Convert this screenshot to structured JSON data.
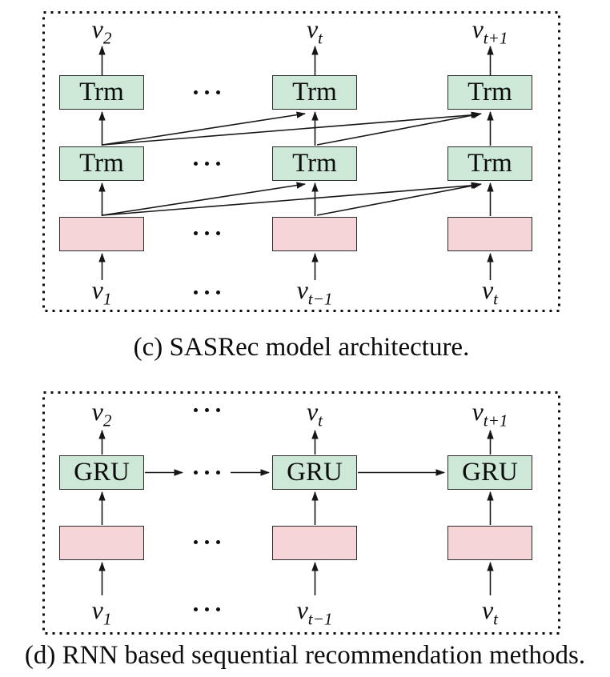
{
  "figure": {
    "description": "Sequential recommendation model architectures"
  },
  "colors": {
    "green": "#cde8d6",
    "pink": "#f6d5d9",
    "line": "#161616",
    "border": "#2b2b2b",
    "ink": "#0d0d0d"
  },
  "panel_c": {
    "caption": "(c) SASRec model architecture.",
    "block_label": "Trm",
    "top_labels": [
      {
        "base": "v",
        "sub": "2"
      },
      {
        "base": "v",
        "sub": "t"
      },
      {
        "base": "v",
        "sub": "t+1"
      }
    ],
    "bottom_labels": [
      {
        "base": "v",
        "sub": "1"
      },
      {
        "base": "v",
        "sub": "t−1"
      },
      {
        "base": "v",
        "sub": "t"
      }
    ]
  },
  "panel_d": {
    "caption": "(d) RNN based sequential recommendation methods.",
    "block_label": "GRU",
    "top_labels": [
      {
        "base": "v",
        "sub": "2"
      },
      {
        "base": "v",
        "sub": "t"
      },
      {
        "base": "v",
        "sub": "t+1"
      }
    ],
    "bottom_labels": [
      {
        "base": "v",
        "sub": "1"
      },
      {
        "base": "v",
        "sub": "t−1"
      },
      {
        "base": "v",
        "sub": "t"
      }
    ]
  }
}
